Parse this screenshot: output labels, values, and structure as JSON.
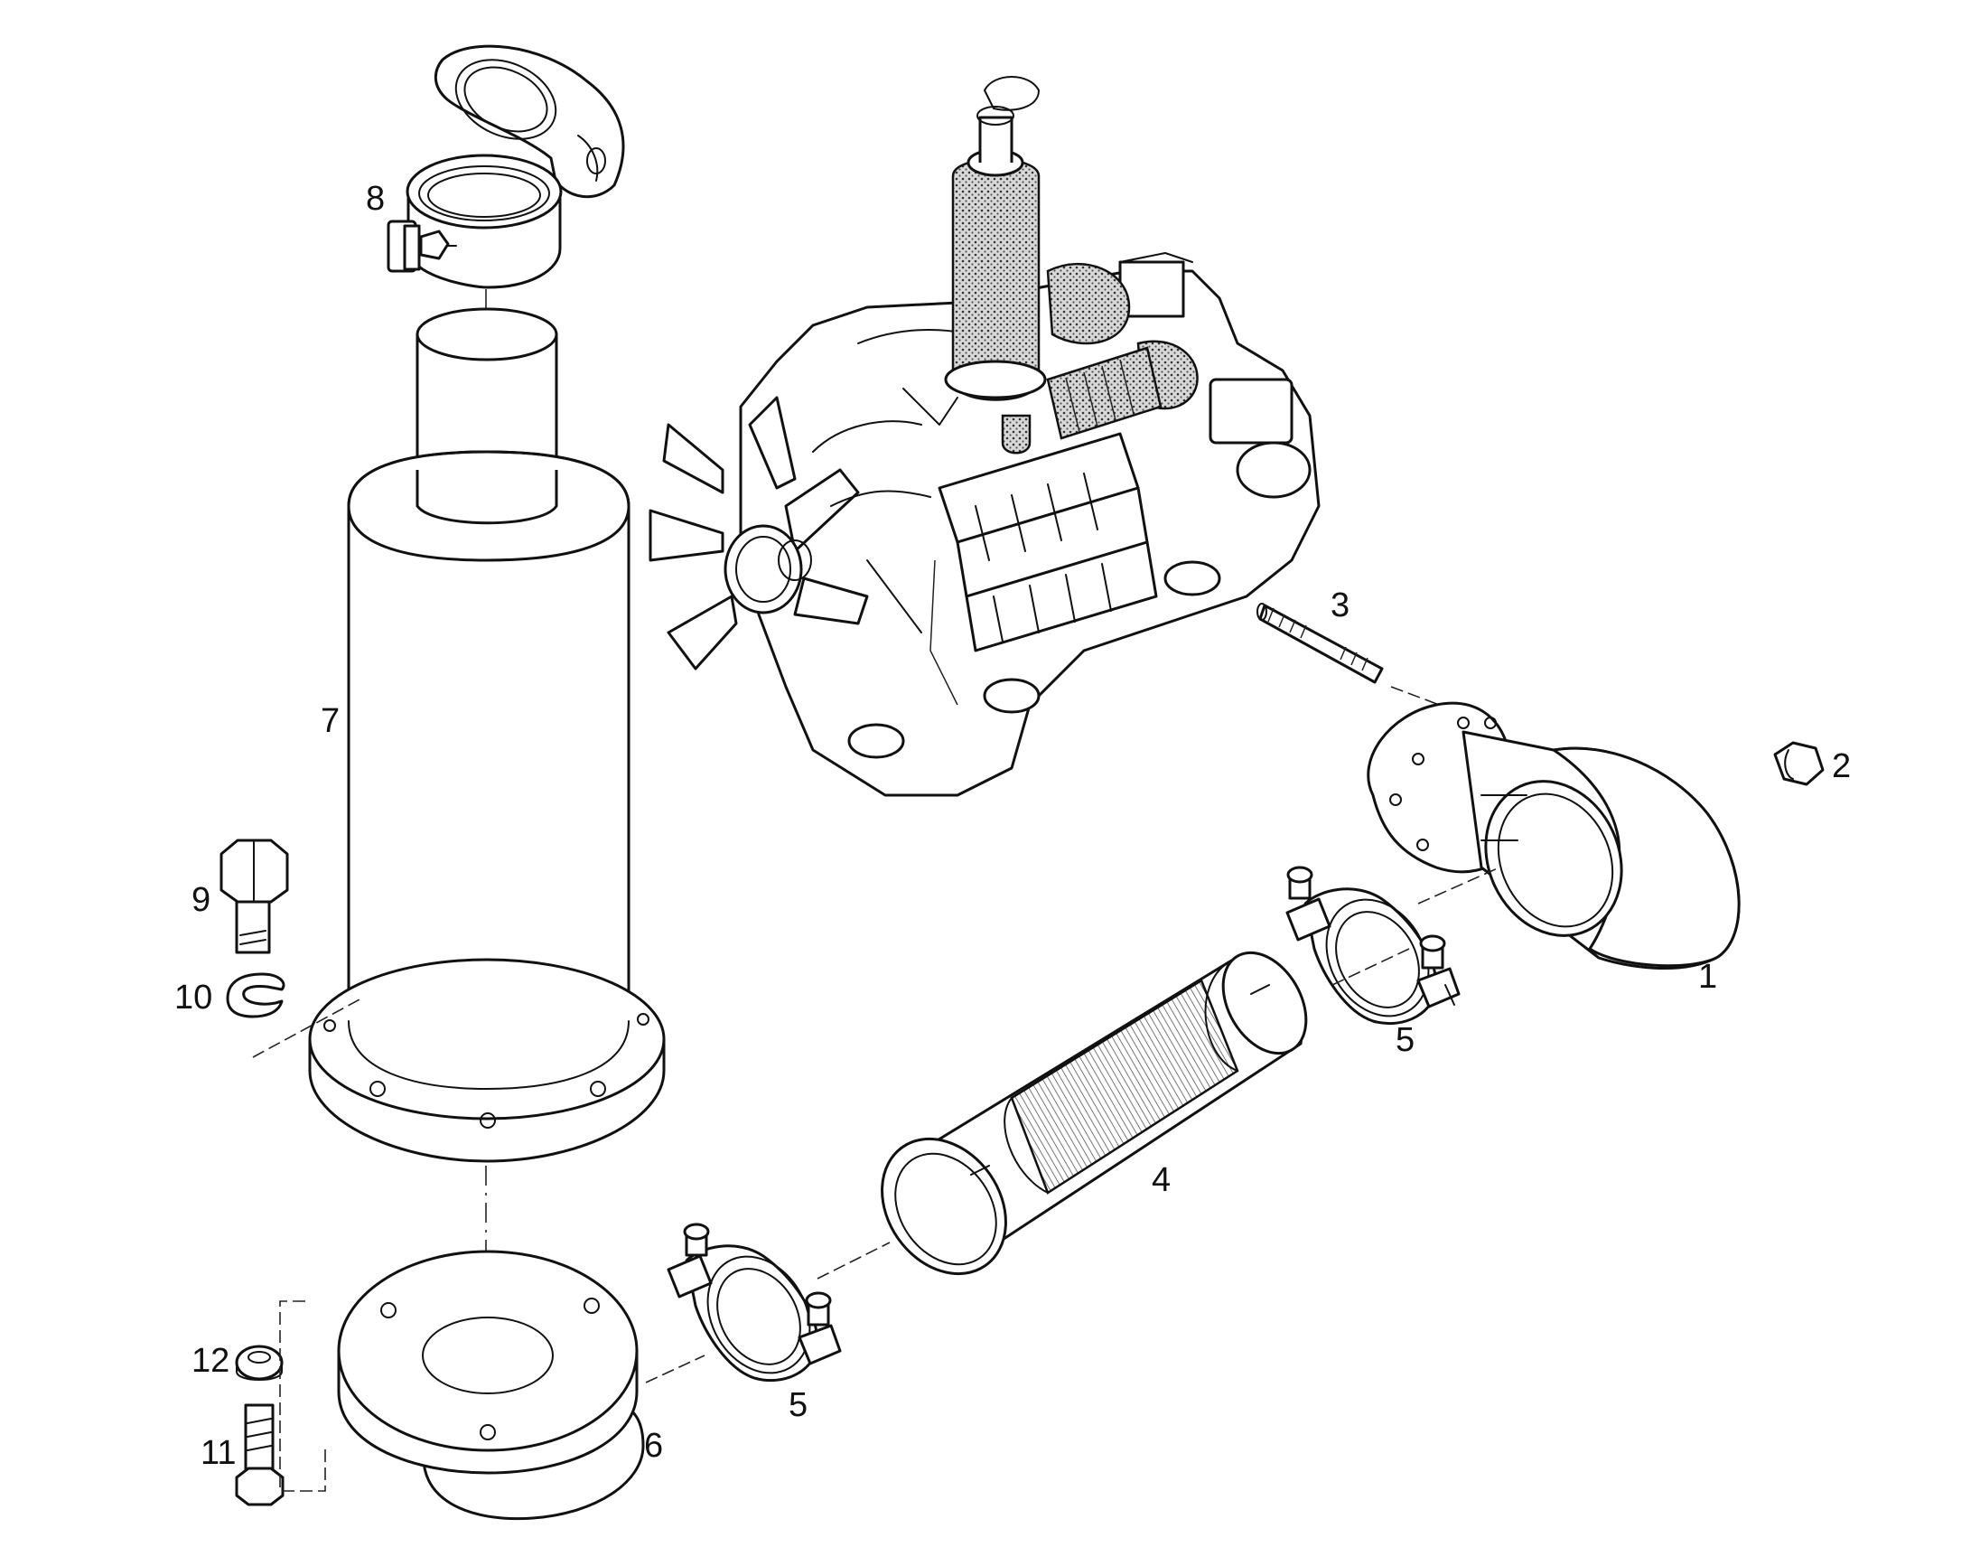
{
  "callouts": [
    {
      "id": "1",
      "text": "1"
    },
    {
      "id": "2",
      "text": "2"
    },
    {
      "id": "3",
      "text": "3"
    },
    {
      "id": "4",
      "text": "4"
    },
    {
      "id": "5a",
      "text": "5"
    },
    {
      "id": "5b",
      "text": "5"
    },
    {
      "id": "6",
      "text": "6"
    },
    {
      "id": "7",
      "text": "7"
    },
    {
      "id": "8",
      "text": "8"
    },
    {
      "id": "9",
      "text": "9"
    },
    {
      "id": "10",
      "text": "10"
    },
    {
      "id": "11",
      "text": "11"
    },
    {
      "id": "12",
      "text": "12"
    }
  ]
}
